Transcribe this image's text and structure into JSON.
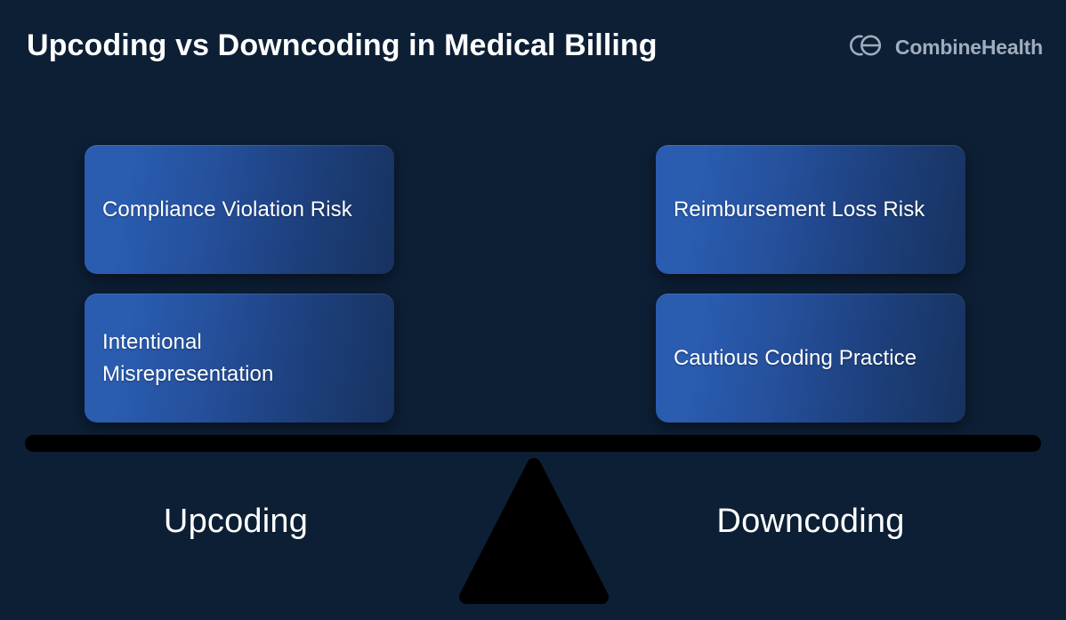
{
  "header": {
    "title": "Upcoding vs Downcoding in Medical Billing",
    "brand_name": "CombineHealth",
    "brand_icon": "combinehealth-ch-monogram-icon"
  },
  "theme": {
    "background": "#0d1f35",
    "card_gradient_start": "#2a5cb0",
    "card_gradient_end": "#17325f",
    "beam_color": "#000000",
    "fulcrum_color": "#000000",
    "text_color": "#ffffff",
    "brand_text_color": "#9fadbd"
  },
  "balance": {
    "left": {
      "label": "Upcoding",
      "cards": [
        {
          "text": "Compliance Violation Risk"
        },
        {
          "text": "Intentional Misrepresentation"
        }
      ]
    },
    "right": {
      "label": "Downcoding",
      "cards": [
        {
          "text": "Reimbursement Loss Risk"
        },
        {
          "text": "Cautious Coding Practice"
        }
      ]
    }
  }
}
